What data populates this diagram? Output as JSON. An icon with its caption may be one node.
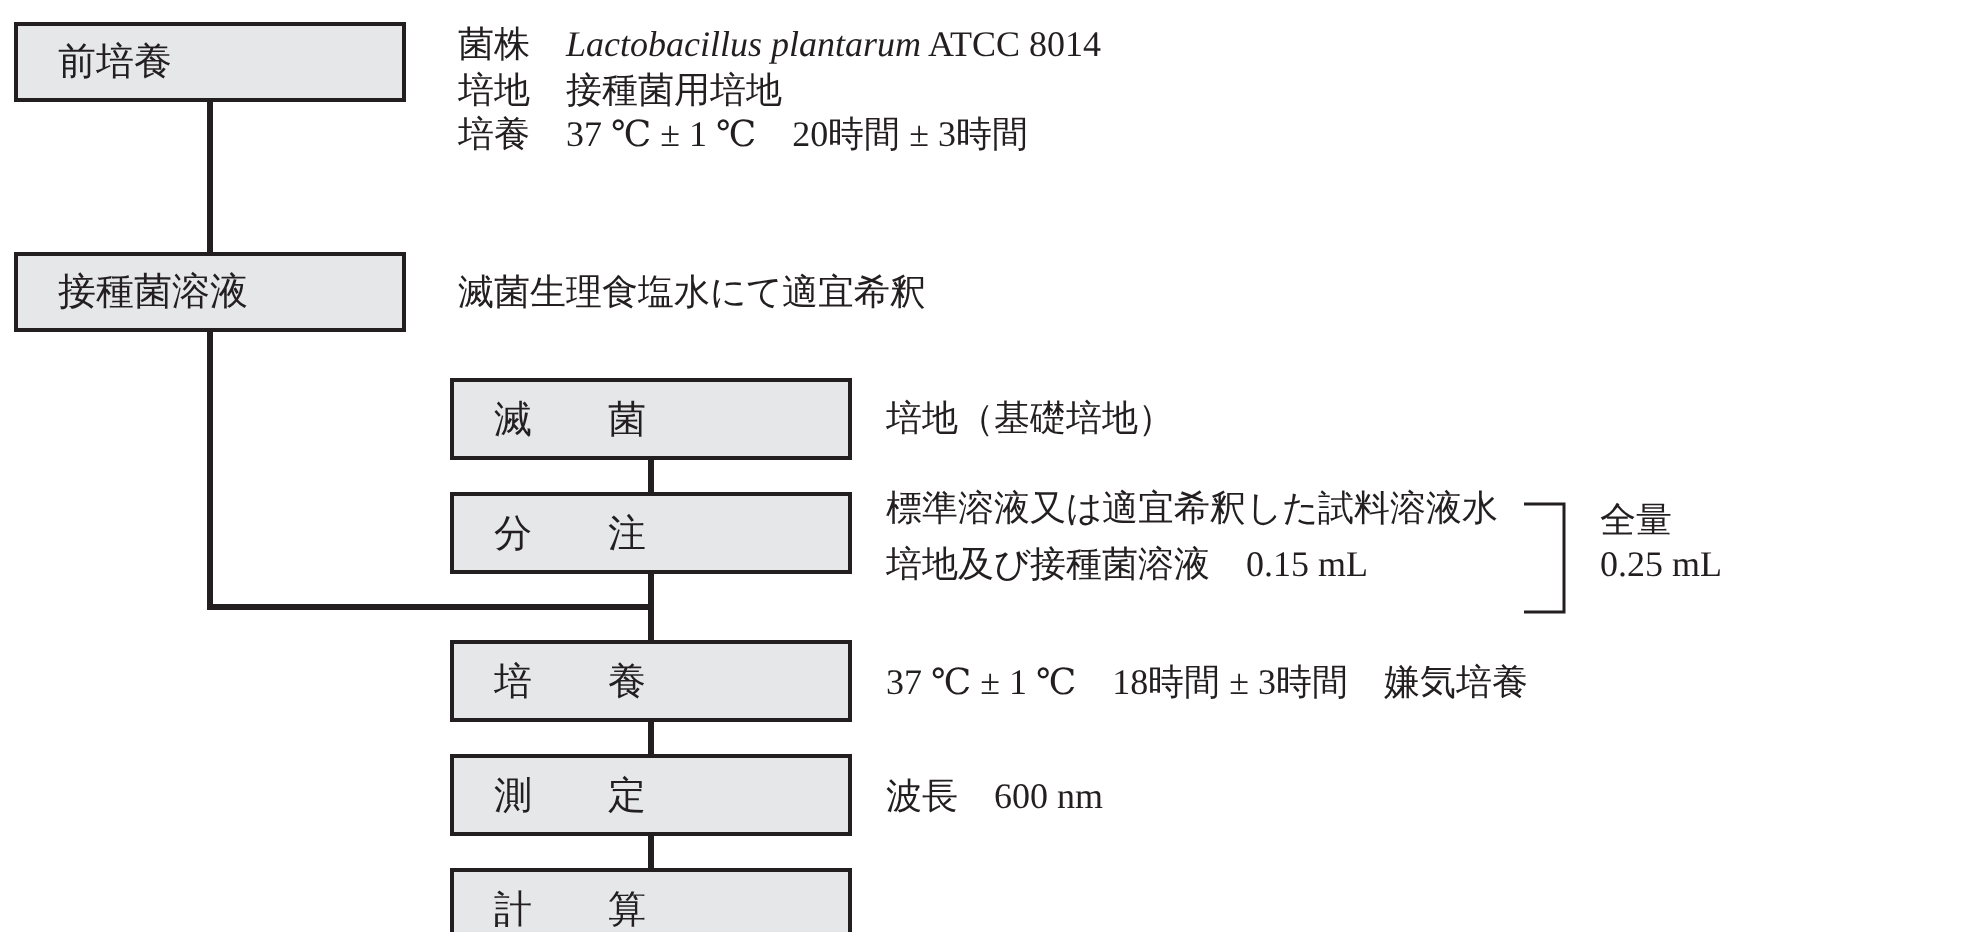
{
  "diagram": {
    "nodes": [
      {
        "text": [
          "前培養"
        ],
        "beside": [
          "菌株　*Lactobacillus plantarum* ATCC 8014",
          "培地　接種菌用培地",
          "培養　37 ℃ ± 1 ℃　20時間 ± 3時間"
        ]
      },
      {
        "text": [
          "接種菌溶液"
        ],
        "beside": [
          "滅菌生理食塩水にて適宜希釈"
        ]
      },
      {
        "text": [
          "滅　　菌"
        ],
        "beside": [
          "培地（基礎培地）"
        ]
      },
      {
        "text": [
          "分　　注"
        ],
        "beside": [
          "標準溶液又は適宜希釈した試料溶液水",
          "培地及び接種菌溶液　0.15 mL"
        ]
      },
      {
        "text": [
          "培　　養"
        ],
        "beside": [
          "37 ℃ ± 1 ℃　18時間 ± 3時間　嫌気培養"
        ]
      },
      {
        "text": [
          "測　　定"
        ],
        "beside": [
          "波長　600 nm"
        ]
      },
      {
        "text": [
          "計　　算"
        ]
      }
    ],
    "edges": [
      {
        "from": 0,
        "to": 1,
        "arrow": "none"
      },
      {
        "from": 2,
        "to": 3,
        "arrow": "none"
      },
      {
        "from": 3,
        "to": 4,
        "arrow": "none"
      },
      {
        "from": 1,
        "to": 4,
        "arrow": "none"
      },
      {
        "from": 4,
        "to": 5,
        "arrow": "none"
      },
      {
        "from": 5,
        "to": 6,
        "arrow": "none"
      }
    ],
    "labels": [
      "全量 0.25 mL"
    ]
  }
}
